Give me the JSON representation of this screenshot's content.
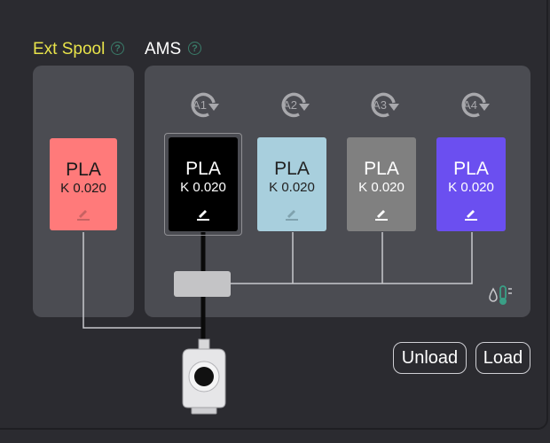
{
  "ext": {
    "label": "Ext Spool",
    "label_color": "#e8e34a",
    "tray": {
      "material": "PLA",
      "k": "K 0.020",
      "color": "#ff7a7a"
    }
  },
  "ams": {
    "label": "AMS",
    "slots": [
      {
        "tag": "A1",
        "material": "PLA",
        "k": "K 0.020",
        "color": "#000000",
        "selected": true
      },
      {
        "tag": "A2",
        "material": "PLA",
        "k": "K 0.020",
        "color": "#a8cfdd",
        "selected": false
      },
      {
        "tag": "A3",
        "material": "PLA",
        "k": "K 0.020",
        "color": "#808080",
        "selected": false
      },
      {
        "tag": "A4",
        "material": "PLA",
        "k": "K 0.020",
        "color": "#6b4ff0",
        "selected": false
      }
    ]
  },
  "icons": {
    "help": "help-icon",
    "slot_refresh": "refresh-arrow-icon",
    "edit": "pencil-icon",
    "humidity": "humidity-thermometer-icon",
    "toolhead": "extruder-toolhead-icon"
  },
  "actions": {
    "unload": "Unload",
    "load": "Load"
  }
}
